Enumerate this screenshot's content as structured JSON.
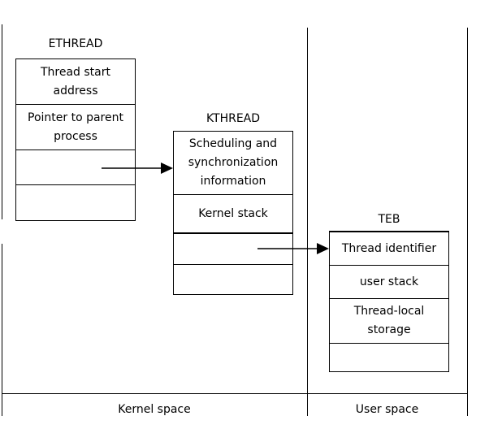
{
  "ethread": {
    "title": "ETHREAD",
    "fields": [
      "Thread start address",
      "Pointer to parent process",
      "",
      ""
    ]
  },
  "kthread": {
    "title": "KTHREAD",
    "fields": [
      "Scheduling and synchronization information",
      "Kernel stack",
      "",
      ""
    ]
  },
  "teb": {
    "title": "TEB",
    "fields": [
      "Thread identifier",
      "user stack",
      "Thread-local storage",
      ""
    ]
  },
  "regions": {
    "kernel": "Kernel space",
    "user": "User space"
  },
  "colors": {
    "line": "#000000",
    "background": "#ffffff"
  }
}
